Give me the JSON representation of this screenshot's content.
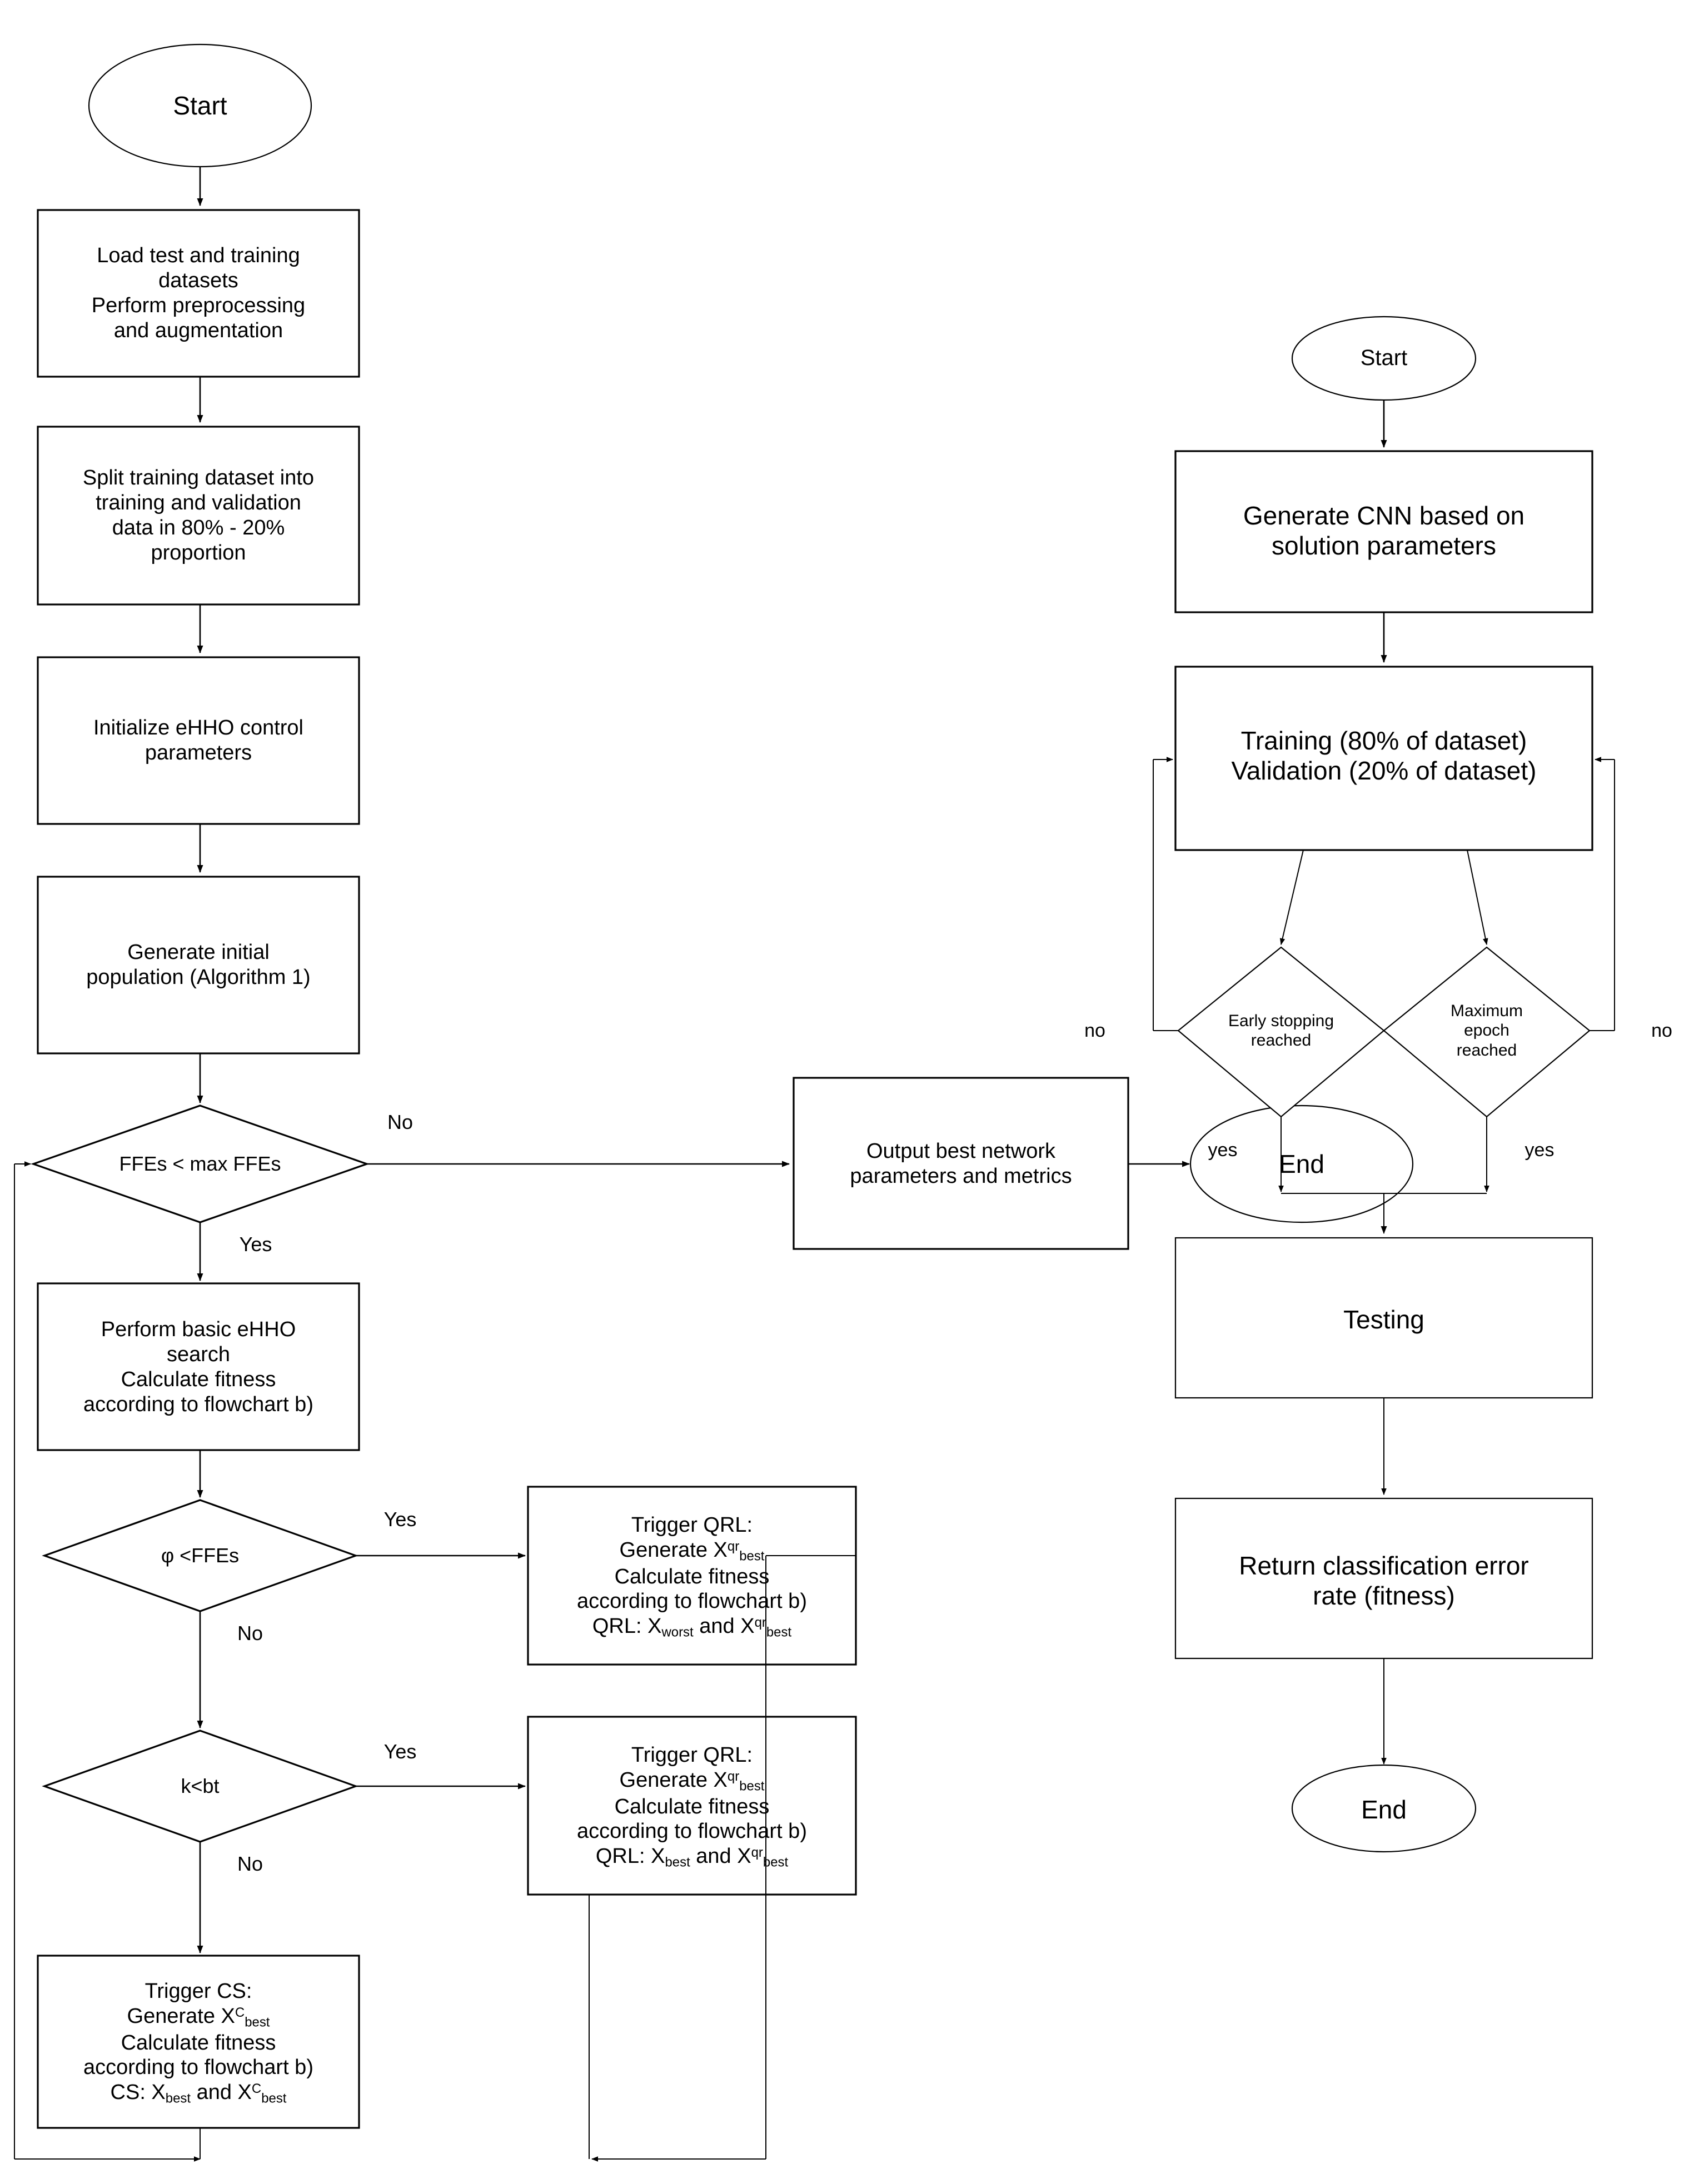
{
  "diagram": {
    "title": "eHHO-CNN optimization flowchart",
    "panels": [
      {
        "id": "panel-a",
        "nodes": {
          "start": "Start",
          "load": "Load test and training\ndatasets\nPerform preprocessing\nand augmentation",
          "split": "Split training dataset into\ntraining and validation\ndata in 80% - 20%\nproportion",
          "init": "Initialize eHHO control\nparameters",
          "genpop": "Generate initial\npopulation (Algorithm 1)",
          "ffes_decision": "FFEs < max FFEs",
          "output": "Output best network\nparameters and metrics",
          "end": "End",
          "basic_ehho": "Perform basic eHHO\nsearch\nCalculate fitness\naccording to flowchart b)",
          "phi_decision": "φ <FFEs",
          "qrl_worst_l1": "Trigger QRL:",
          "qrl_worst_l2_pre": "Generate X",
          "qrl_worst_l2_sup": "qr",
          "qrl_worst_l2_sub": "best",
          "qrl_worst_l3": "Calculate fitness",
          "qrl_worst_l4": "according to flowchart b)",
          "qrl_worst_l5_a": "QRL: X",
          "qrl_worst_l5_sub1": "worst",
          "qrl_worst_l5_b": " and X",
          "qrl_worst_l5_sup": "qr",
          "qrl_worst_l5_sub2": "best",
          "kbt_decision": "k<bt",
          "qrl_best_l1": "Trigger QRL:",
          "qrl_best_l5_a": "QRL: X",
          "qrl_best_l5_sub1": "best",
          "cs_l1": "Trigger CS:",
          "cs_l2_pre": "Generate X",
          "cs_l2_sup": "C",
          "cs_l2_sub": "best",
          "cs_l5_a": "CS: X",
          "cs_l5_sub1": "best",
          "cs_l5_b": " and X",
          "cs_l5_sup": "C",
          "cs_l5_sub2": "best"
        },
        "edge_labels": {
          "ffes_no": "No",
          "ffes_yes": "Yes",
          "phi_yes": "Yes",
          "phi_no": "No",
          "kbt_yes": "Yes",
          "kbt_no": "No"
        }
      },
      {
        "id": "panel-b",
        "nodes": {
          "start": "Start",
          "gen_cnn": "Generate CNN based on\nsolution parameters",
          "train": "Training (80% of dataset)\nValidation (20% of dataset)",
          "early_stop": "Early stopping\nreached",
          "max_epoch": "Maximum\nepoch\nreached",
          "testing": "Testing",
          "return_err": "Return classification error\nrate (fitness)",
          "end": "End"
        },
        "edge_labels": {
          "early_no": "no",
          "early_yes": "yes",
          "max_no": "no",
          "max_yes": "yes"
        }
      }
    ],
    "colors": {
      "stroke": "#000000",
      "fill": "#ffffff",
      "text": "#000000"
    }
  }
}
